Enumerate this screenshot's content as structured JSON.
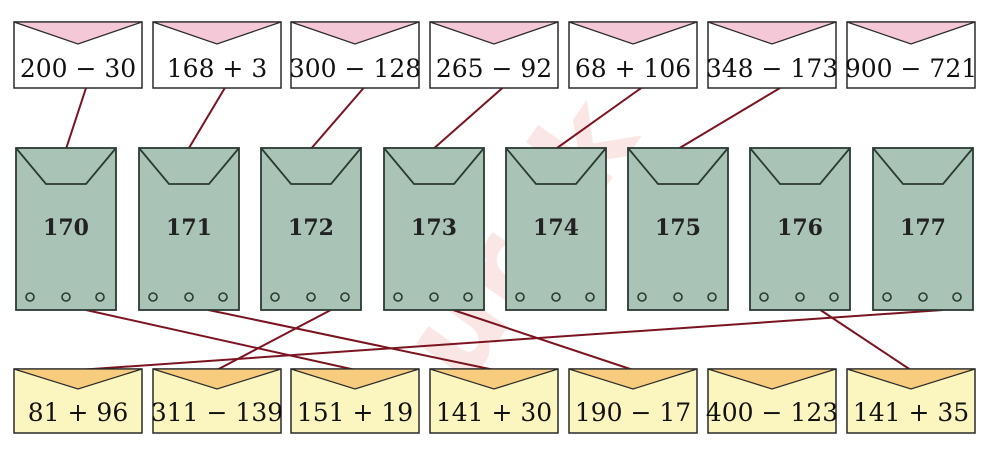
{
  "top_envelopes": [
    {
      "expr": "200 − 30",
      "target": "170"
    },
    {
      "expr": "168 + 3",
      "target": "171"
    },
    {
      "expr": "300 − 128",
      "target": "172"
    },
    {
      "expr": "265 − 92",
      "target": "173"
    },
    {
      "expr": "68 + 106",
      "target": "174"
    },
    {
      "expr": "348 − 173",
      "target": "175"
    },
    {
      "expr": "900 − 721",
      "target": null
    }
  ],
  "cards": [
    "170",
    "171",
    "172",
    "173",
    "174",
    "175",
    "176",
    "177"
  ],
  "bottom_envelopes": [
    {
      "expr": "81 + 96",
      "target": "177"
    },
    {
      "expr": "311 − 139",
      "target": "172"
    },
    {
      "expr": "151 + 19",
      "target": "170"
    },
    {
      "expr": "141 + 30",
      "target": "171"
    },
    {
      "expr": "190 − 17",
      "target": "173"
    },
    {
      "expr": "400 − 123",
      "target": null
    },
    {
      "expr": "141 + 35",
      "target": "176"
    }
  ],
  "watermark": "urok",
  "colors": {
    "card_fill": "#a9c3b6",
    "card_border": "#2a3a33",
    "top_env_fill": "#ffffff",
    "top_env_flap": "#f4c8d6",
    "bottom_env_fill": "#fbf6bf",
    "bottom_env_flap": "#f7cc7e",
    "line": "#7a1420"
  }
}
